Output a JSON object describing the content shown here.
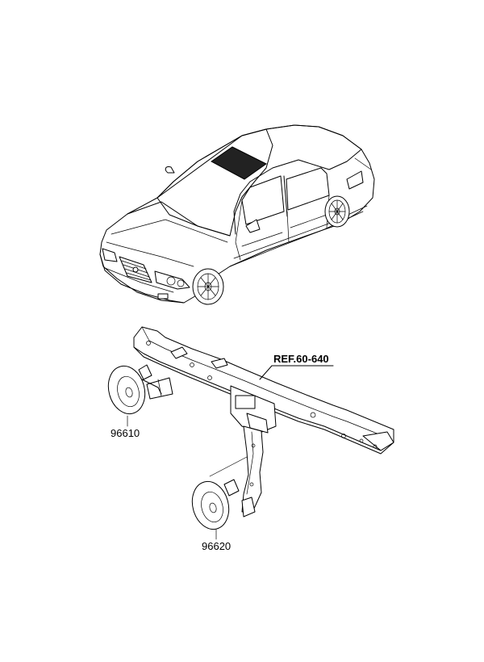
{
  "diagram": {
    "reference_label": "REF.60-640",
    "parts": [
      {
        "number": "96610"
      },
      {
        "number": "96620"
      }
    ],
    "colors": {
      "line": "#000000",
      "background": "#ffffff",
      "glass": "#222222"
    }
  }
}
